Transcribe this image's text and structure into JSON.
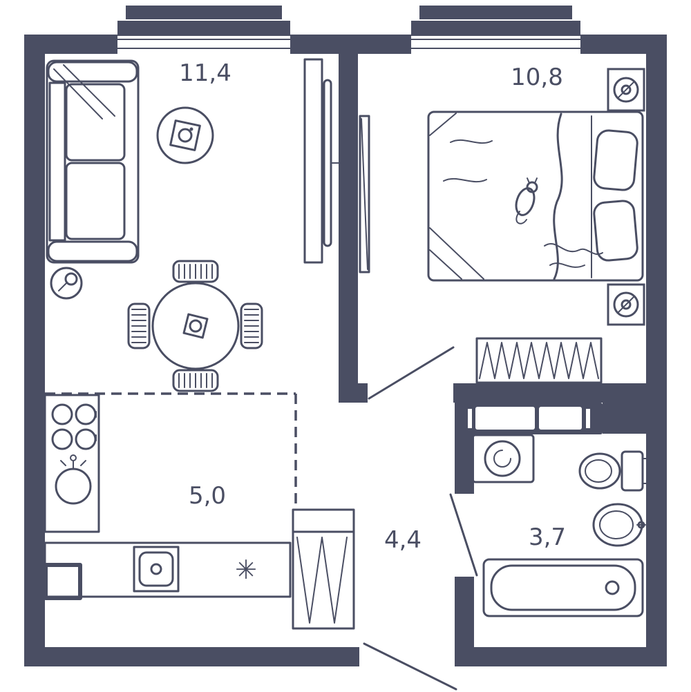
{
  "colors": {
    "ink": "#4a4e63",
    "paper": "#ffffff"
  },
  "rooms": [
    {
      "name": "living-room",
      "area_label": "11,4"
    },
    {
      "name": "bedroom",
      "area_label": "10,8"
    },
    {
      "name": "kitchen",
      "area_label": "5,0"
    },
    {
      "name": "hallway",
      "area_label": "4,4"
    },
    {
      "name": "bathroom",
      "area_label": "3,7"
    }
  ],
  "symbols": {
    "appliance_marker": "✳"
  }
}
